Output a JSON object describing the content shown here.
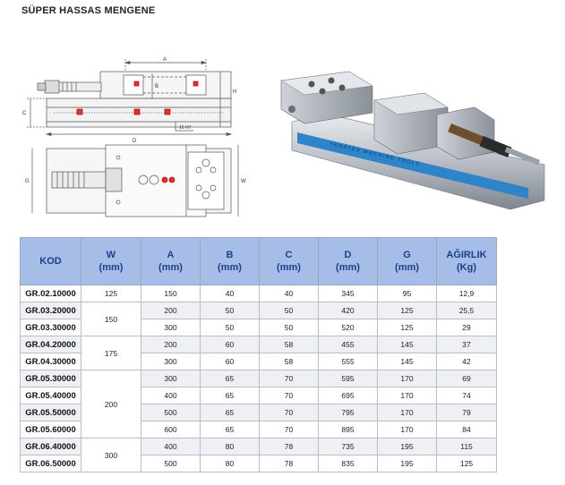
{
  "page_title": "SÜPER HASSAS MENGENE",
  "drawing": {
    "labels": {
      "a": "A",
      "b": "B",
      "h": "H",
      "c": "C",
      "d": "D",
      "slot": "16 H7",
      "g": "G",
      "w": "W"
    }
  },
  "photo": {
    "brand_text": "YERATEX MACHINE TOOLS"
  },
  "table": {
    "headers": [
      {
        "line1": "KOD",
        "line2": ""
      },
      {
        "line1": "W",
        "line2": "(mm)"
      },
      {
        "line1": "A",
        "line2": "(mm)"
      },
      {
        "line1": "B",
        "line2": "(mm)"
      },
      {
        "line1": "C",
        "line2": "(mm)"
      },
      {
        "line1": "D",
        "line2": "(mm)"
      },
      {
        "line1": "G",
        "line2": "(mm)"
      },
      {
        "line1": "AĞIRLIK",
        "line2": "(Kg)"
      }
    ],
    "rows": [
      {
        "kod": "GR.02.10000",
        "w": "125",
        "a": "150",
        "b": "40",
        "c": "40",
        "d": "345",
        "g": "95",
        "kg": "12,9"
      },
      {
        "kod": "GR.03.20000",
        "w": "150",
        "a": "200",
        "b": "50",
        "c": "50",
        "d": "420",
        "g": "125",
        "kg": "25,5"
      },
      {
        "kod": "GR.03.30000",
        "w": "",
        "a": "300",
        "b": "50",
        "c": "50",
        "d": "520",
        "g": "125",
        "kg": "29"
      },
      {
        "kod": "GR.04.20000",
        "w": "175",
        "a": "200",
        "b": "60",
        "c": "58",
        "d": "455",
        "g": "145",
        "kg": "37"
      },
      {
        "kod": "GR.04.30000",
        "w": "",
        "a": "300",
        "b": "60",
        "c": "58",
        "d": "555",
        "g": "145",
        "kg": "42"
      },
      {
        "kod": "GR.05.30000",
        "w": "200",
        "a": "300",
        "b": "65",
        "c": "70",
        "d": "595",
        "g": "170",
        "kg": "69"
      },
      {
        "kod": "GR.05.40000",
        "w": "",
        "a": "400",
        "b": "65",
        "c": "70",
        "d": "695",
        "g": "170",
        "kg": "74"
      },
      {
        "kod": "GR.05.50000",
        "w": "",
        "a": "500",
        "b": "65",
        "c": "70",
        "d": "795",
        "g": "170",
        "kg": "79"
      },
      {
        "kod": "GR.05.60000",
        "w": "",
        "a": "600",
        "b": "65",
        "c": "70",
        "d": "895",
        "g": "170",
        "kg": "84"
      },
      {
        "kod": "GR.06.40000",
        "w": "300",
        "a": "400",
        "b": "80",
        "c": "78",
        "d": "735",
        "g": "195",
        "kg": "115"
      },
      {
        "kod": "GR.06.50000",
        "w": "",
        "a": "500",
        "b": "80",
        "c": "78",
        "d": "835",
        "g": "195",
        "kg": "125"
      }
    ]
  }
}
